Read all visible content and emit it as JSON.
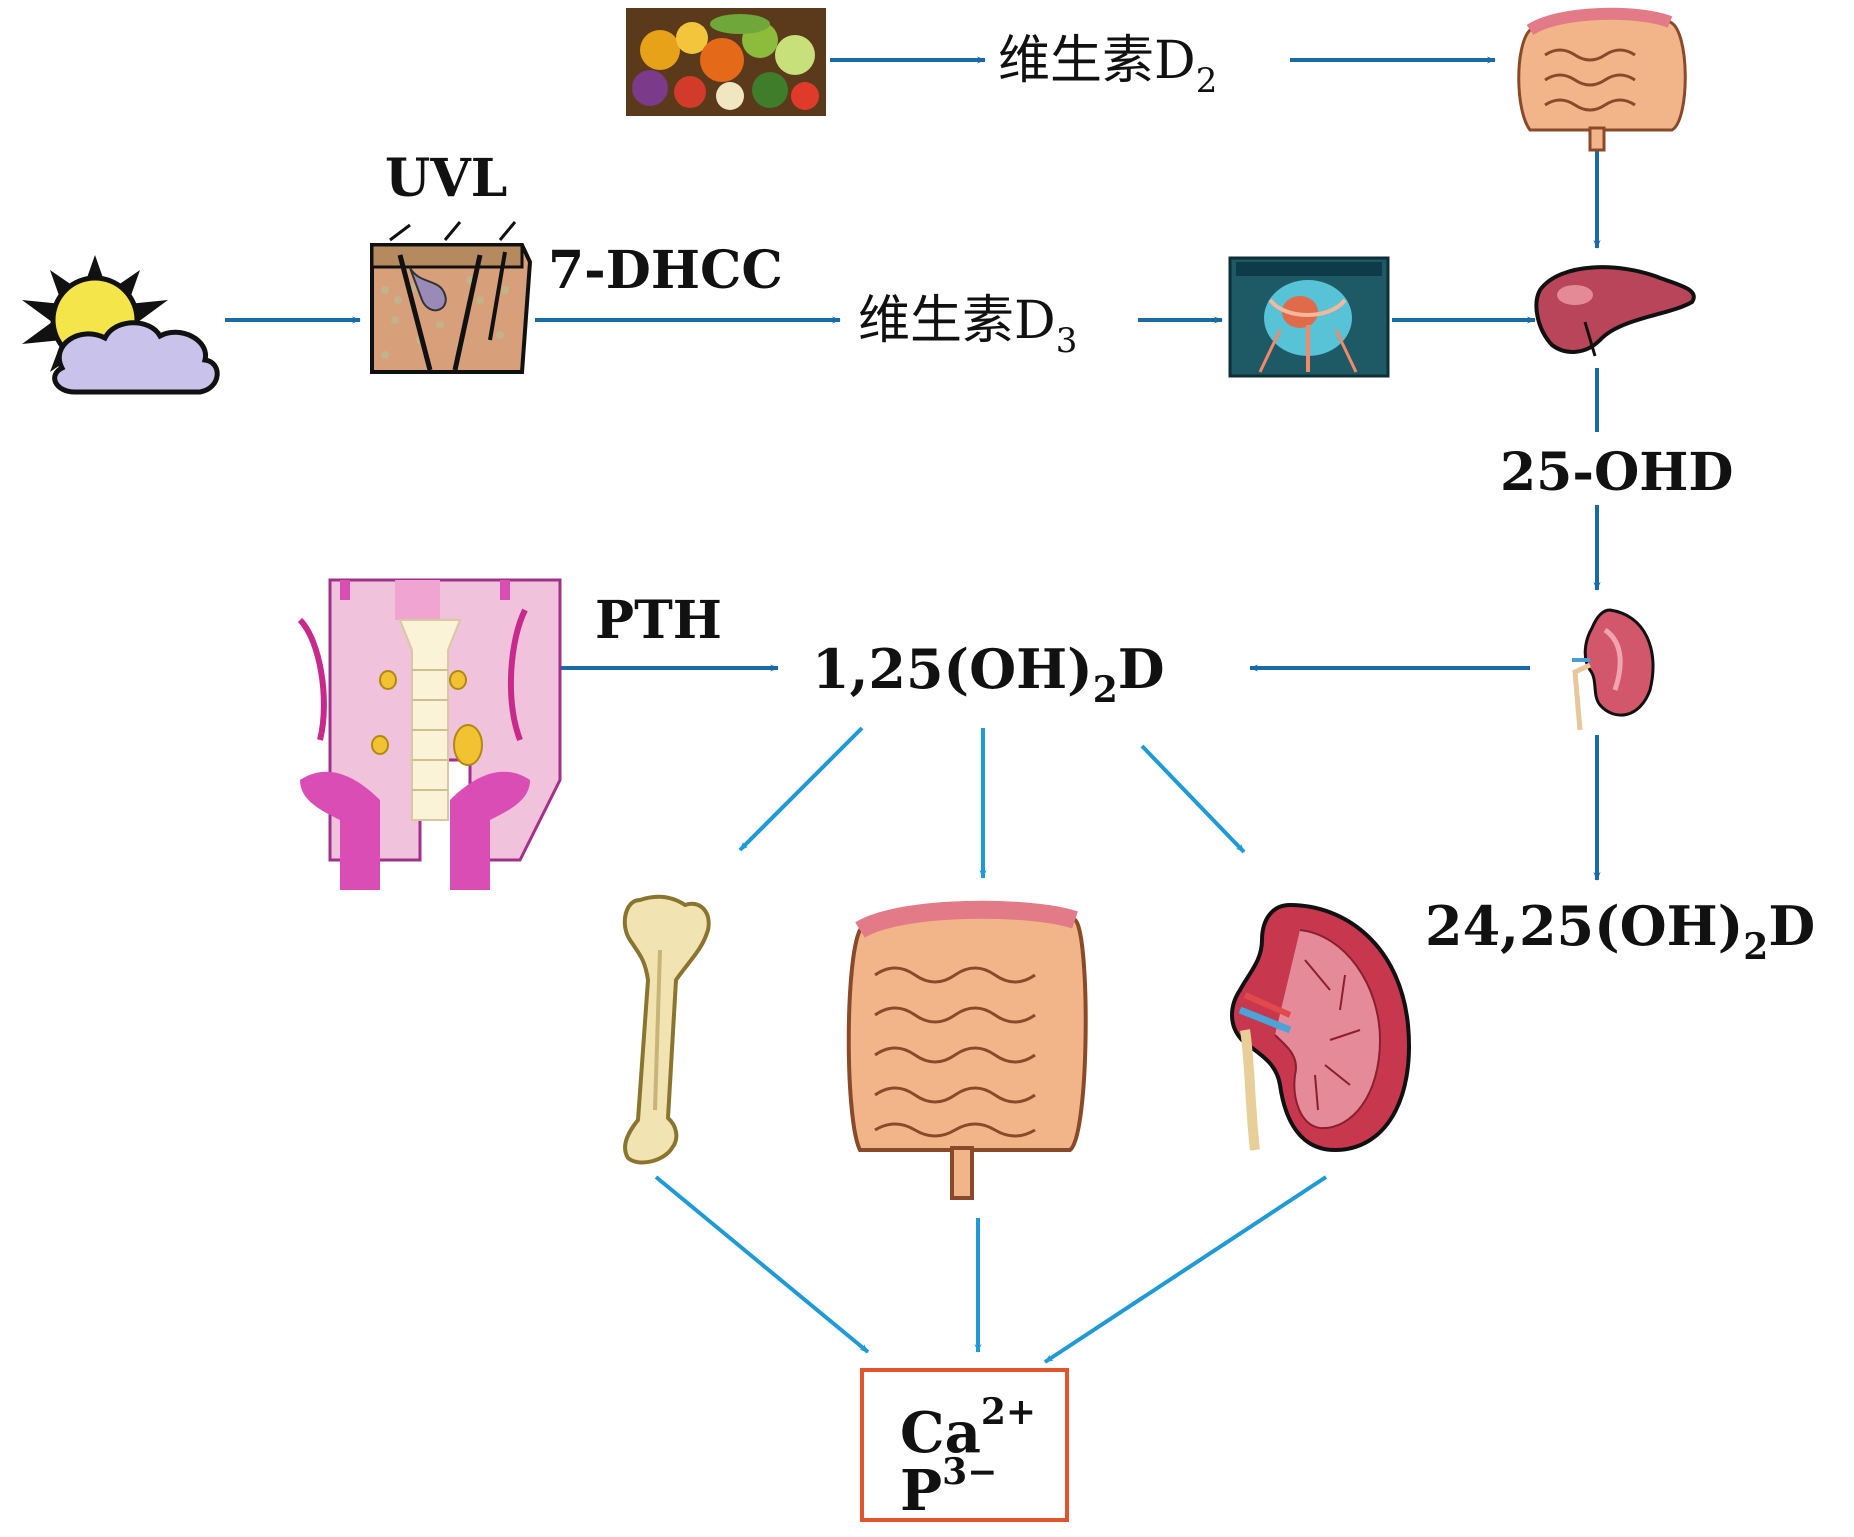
{
  "labels": {
    "vitamin_d2": "维生素D",
    "vitamin_d2_sub": "2",
    "uvl": "UVL",
    "dhcc": "7-DHCC",
    "vitamin_d3": "维生素D",
    "vitamin_d3_sub": "3",
    "ohd25": "25-OHD",
    "pth": "PTH",
    "calcitriol_pre": "1,25(OH)",
    "calcitriol_sub": "2",
    "calcitriol_post": "D",
    "ohd2425_pre": "24,25(OH)",
    "ohd2425_sub": "2",
    "ohd2425_post": "D",
    "ca_base": "Ca",
    "ca_sup": "2+",
    "p_base": "P",
    "p_sup": "3−"
  },
  "icons": [
    "food-basket-icon",
    "sun-cloud-icon",
    "skin-section-icon",
    "circulatory-system-icon",
    "intestine-icon",
    "liver-icon",
    "kidney-icon",
    "parathyroid-icon",
    "bone-icon"
  ],
  "colors": {
    "arrow_dark": "#1a6aa6",
    "arrow_light": "#1f9ad6",
    "ion_box_border": "#e0552e"
  }
}
